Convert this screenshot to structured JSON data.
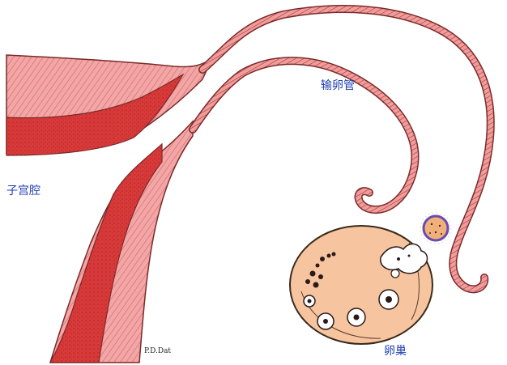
{
  "labels": {
    "fallopian_tube": "输卵管",
    "uterine_cavity": "子宫腔",
    "ovary": "卵巢"
  },
  "signature": "P.D.Dat",
  "colors": {
    "label_text": "#1f3fb0",
    "tube_pink": "#f29b9b",
    "tube_outline": "#7a2a2a",
    "wall_dark_red": "#d83a3a",
    "ovary_fill": "#f6c59f",
    "egg_fill": "#f1b07a",
    "egg_ring": "#6a4cb0"
  }
}
